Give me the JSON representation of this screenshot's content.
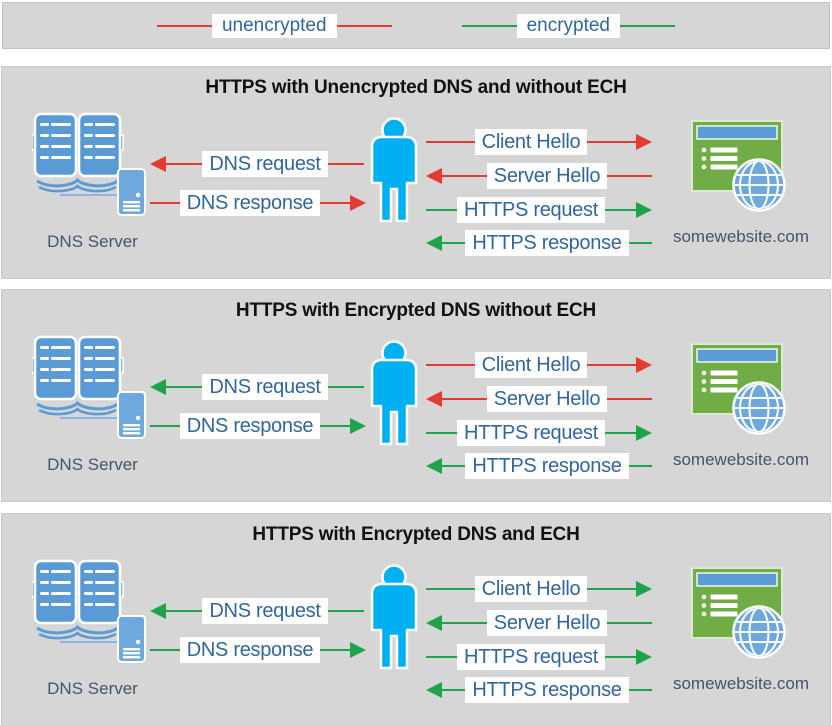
{
  "legend": {
    "items": [
      {
        "label": "unencrypted",
        "color": "#e23b34"
      },
      {
        "label": "encrypted",
        "color": "#1ea24c"
      }
    ]
  },
  "colors": {
    "red": "#e23b34",
    "green": "#1ea24c",
    "panel_background": "#d6d6d6",
    "label_text": "#33659c",
    "node_label_text": "#44546a",
    "person_blue": "#00b0f0",
    "book_blue": "#5b9bd5",
    "server_blue": "#6fa8dc",
    "site_green": "#70ad47"
  },
  "panels": [
    {
      "title": "HTTPS with Unencrypted DNS and without ECH",
      "dns_server_label": "DNS Server",
      "website_label": "somewebsite.com",
      "arrows": {
        "dns_request": {
          "label": "DNS request",
          "color": "#e23b34",
          "direction": "left"
        },
        "dns_response": {
          "label": "DNS response",
          "color": "#e23b34",
          "direction": "right"
        },
        "client_hello": {
          "label": "Client Hello",
          "color": "#e23b34",
          "direction": "right"
        },
        "server_hello": {
          "label": "Server Hello",
          "color": "#e23b34",
          "direction": "left"
        },
        "https_request": {
          "label": "HTTPS request",
          "color": "#1ea24c",
          "direction": "right"
        },
        "https_response": {
          "label": "HTTPS response",
          "color": "#1ea24c",
          "direction": "left"
        }
      }
    },
    {
      "title": "HTTPS with Encrypted DNS without ECH",
      "dns_server_label": "DNS Server",
      "website_label": "somewebsite.com",
      "arrows": {
        "dns_request": {
          "label": "DNS request",
          "color": "#1ea24c",
          "direction": "left"
        },
        "dns_response": {
          "label": "DNS response",
          "color": "#1ea24c",
          "direction": "right"
        },
        "client_hello": {
          "label": "Client Hello",
          "color": "#e23b34",
          "direction": "right"
        },
        "server_hello": {
          "label": "Server Hello",
          "color": "#e23b34",
          "direction": "left"
        },
        "https_request": {
          "label": "HTTPS request",
          "color": "#1ea24c",
          "direction": "right"
        },
        "https_response": {
          "label": "HTTPS response",
          "color": "#1ea24c",
          "direction": "left"
        }
      }
    },
    {
      "title": "HTTPS with Encrypted DNS and ECH",
      "dns_server_label": "DNS Server",
      "website_label": "somewebsite.com",
      "arrows": {
        "dns_request": {
          "label": "DNS request",
          "color": "#1ea24c",
          "direction": "left"
        },
        "dns_response": {
          "label": "DNS response",
          "color": "#1ea24c",
          "direction": "right"
        },
        "client_hello": {
          "label": "Client Hello",
          "color": "#1ea24c",
          "direction": "right"
        },
        "server_hello": {
          "label": "Server Hello",
          "color": "#1ea24c",
          "direction": "left"
        },
        "https_request": {
          "label": "HTTPS request",
          "color": "#1ea24c",
          "direction": "right"
        },
        "https_response": {
          "label": "HTTPS response",
          "color": "#1ea24c",
          "direction": "left"
        }
      }
    }
  ]
}
